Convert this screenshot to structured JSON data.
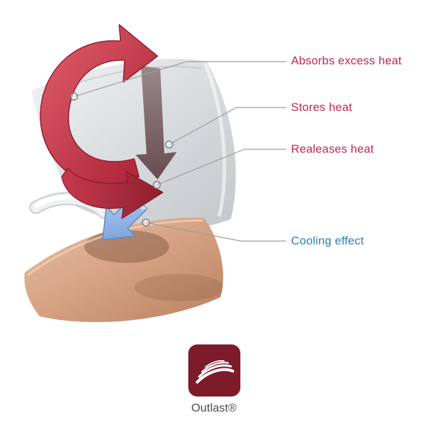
{
  "diagram": {
    "labels": [
      {
        "id": "absorbs",
        "text": "Absorbs excess heat",
        "color": "#c82350"
      },
      {
        "id": "stores",
        "text": "Stores heat",
        "color": "#c82350"
      },
      {
        "id": "releases",
        "text": "Realeases heat",
        "color": "#c82350"
      },
      {
        "id": "cooling",
        "text": "Cooling effect",
        "color": "#2f7bbf"
      }
    ],
    "parts": [
      "fabric-sheet",
      "heat-cycle-ring-arrow",
      "stored-heat-down-arrow",
      "released-heat-arrow",
      "cooling-down-arrow",
      "fabric-roll",
      "skin-surface"
    ],
    "colors": {
      "heat_arrow_red": "#b02538",
      "cooling_arrow_blue": "#7ba3dc",
      "fabric_gray": "#d5d8da",
      "skin_tan": "#cf9c7d",
      "leader_line_gray": "#9b9b9b"
    }
  },
  "logo": {
    "brand": "Outlast®",
    "box_color": "#7d1b2a"
  }
}
